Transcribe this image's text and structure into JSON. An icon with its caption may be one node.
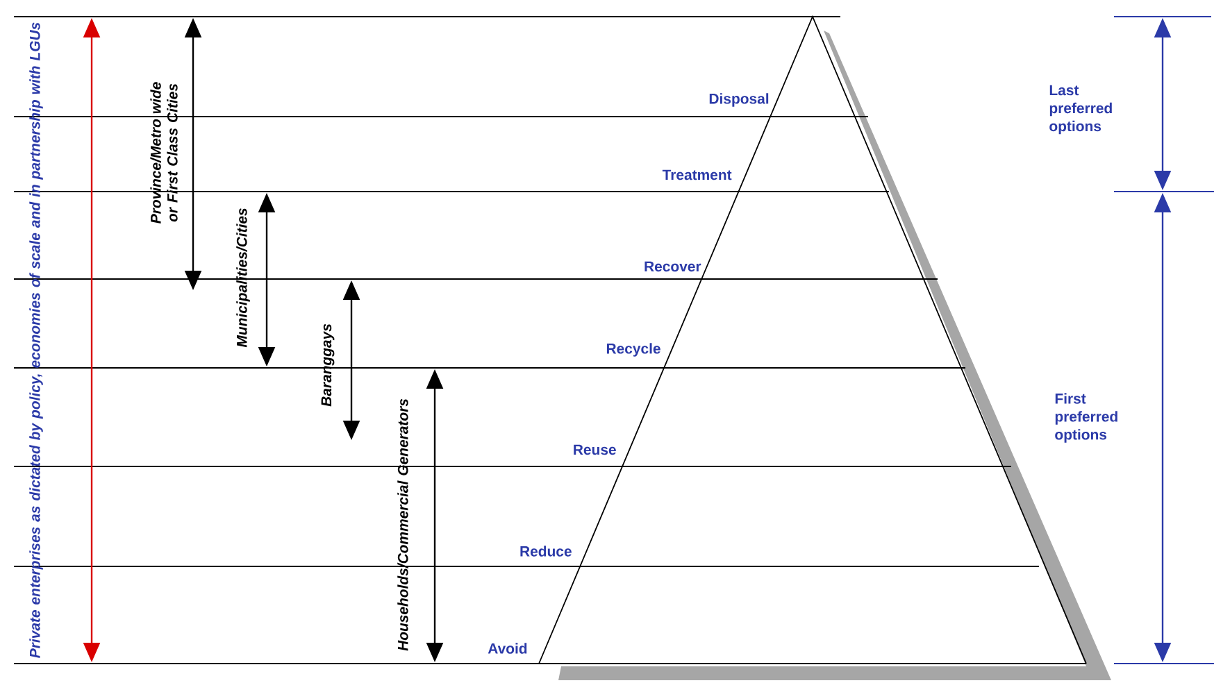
{
  "diagram": {
    "labels": [
      "Private enterprises as dictated by policy, economies of scale and in partnership with LGUs",
      "Province/Metro wide or First Class Cities",
      "Municipalities/Cities",
      "Baranggays",
      "Households/Commercial Generators",
      "Disposal",
      "Treatment",
      "Recover",
      "Recycle",
      "Reuse",
      "Reduce",
      "Avoid",
      "Last preferred options",
      "First preferred options"
    ]
  }
}
